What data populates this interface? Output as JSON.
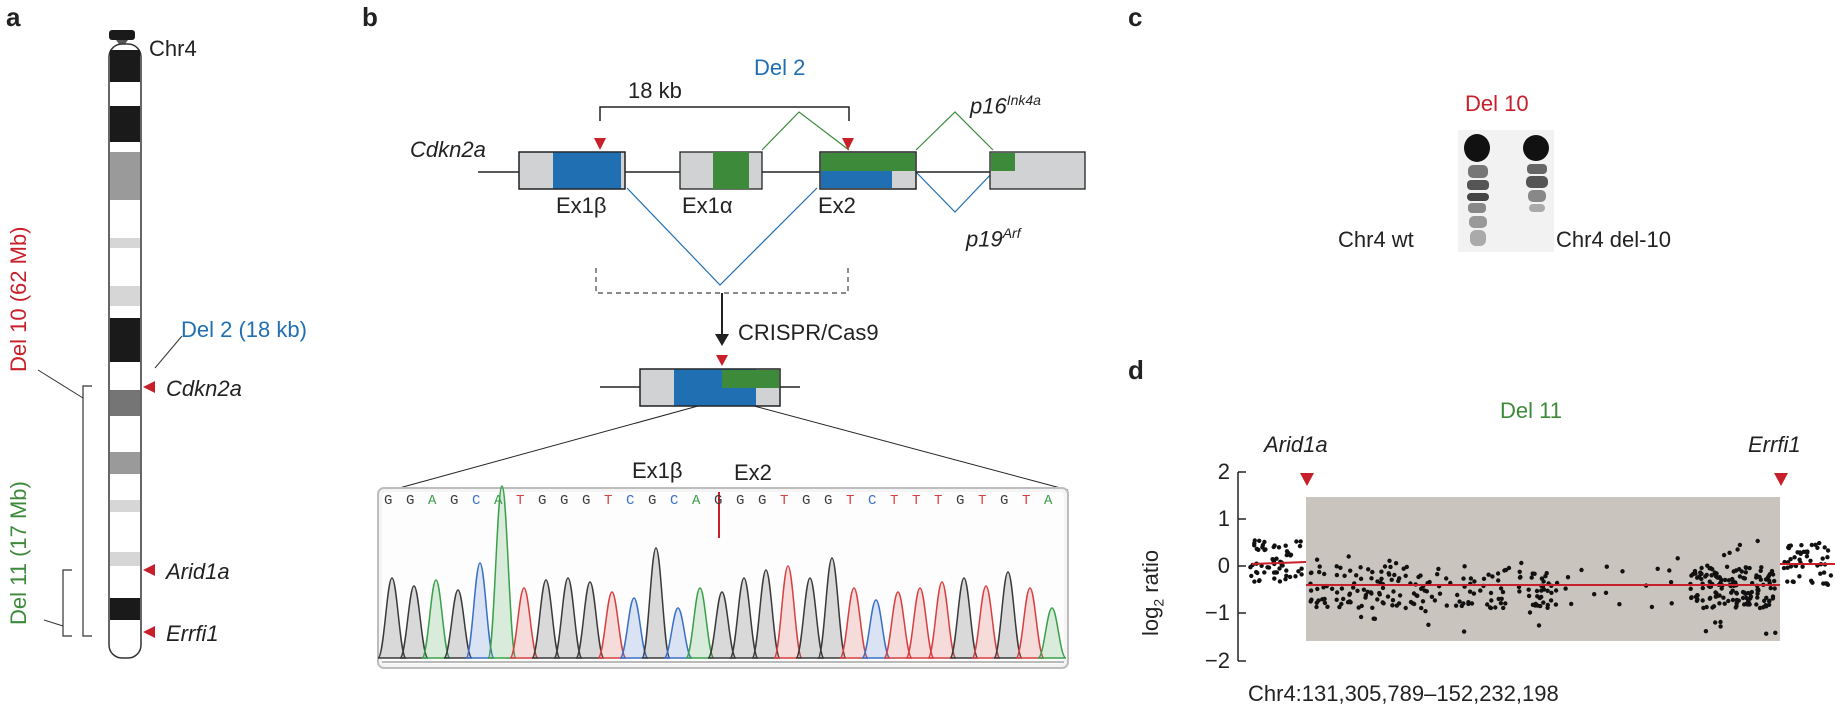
{
  "panels": {
    "a": "a",
    "b": "b",
    "c": "c",
    "d": "d"
  },
  "panel_a": {
    "chromosome_label": "Chr4",
    "del10_label": "Del 10 (62 Mb)",
    "del11_label": "Del 11 (17 Mb)",
    "del2_label": "Del 2 (18 kb)",
    "genes": [
      "Cdkn2a",
      "Arid1a",
      "Errfi1"
    ]
  },
  "panel_b": {
    "del2_title": "Del 2",
    "distance": "18 kb",
    "gene": "Cdkn2a",
    "exons": [
      "Ex1β",
      "Ex1α",
      "Ex2"
    ],
    "p16_base": "p16",
    "p16_sup": "Ink4a",
    "p19_base": "p19",
    "p19_sup": "Arf",
    "method": "CRISPR/Cas9",
    "chromatogram_left": "Ex1β",
    "chromatogram_right": "Ex2",
    "sequence": [
      "G",
      "G",
      "A",
      "G",
      "C",
      "A",
      "T",
      "G",
      "G",
      "G",
      "T",
      "C",
      "G",
      "C",
      "A",
      "G",
      "G",
      "G",
      "T",
      "G",
      "G",
      "T",
      "C",
      "T",
      "T",
      "T",
      "G",
      "T",
      "G",
      "T",
      "A"
    ]
  },
  "panel_c": {
    "title": "Del 10",
    "left_label": "Chr4 wt",
    "right_label": "Chr4 del-10"
  },
  "panel_d": {
    "title": "Del 11",
    "left_gene": "Arid1a",
    "right_gene": "Errfi1",
    "ylabel_base": "log",
    "ylabel_sub": "2",
    "ylabel_rest": " ratio",
    "yticks": [
      "2",
      "1",
      "0",
      "−1",
      "−2"
    ],
    "coordinates": "Chr4:131,305,789–152,232,198"
  },
  "colors": {
    "red": "#c8202a",
    "blue": "#1f6fb2",
    "green": "#3c8a3a",
    "exon_grey": "#d0d2d4",
    "shade": "#c9c4bd"
  },
  "chart_data": {
    "type": "scatter",
    "title": "Del 11",
    "xlabel": "Chr4:131,305,789–152,232,198",
    "ylabel": "log2 ratio",
    "ylim": [
      -2,
      2
    ],
    "yticks": [
      2,
      1,
      0,
      -1,
      -2
    ],
    "segments": [
      {
        "region": "left flank",
        "mean_log2_ratio": 0.1
      },
      {
        "region": "deleted (Arid1a–Errfi1)",
        "mean_log2_ratio": -0.45
      },
      {
        "region": "right flank",
        "mean_log2_ratio": 0.05
      }
    ]
  }
}
